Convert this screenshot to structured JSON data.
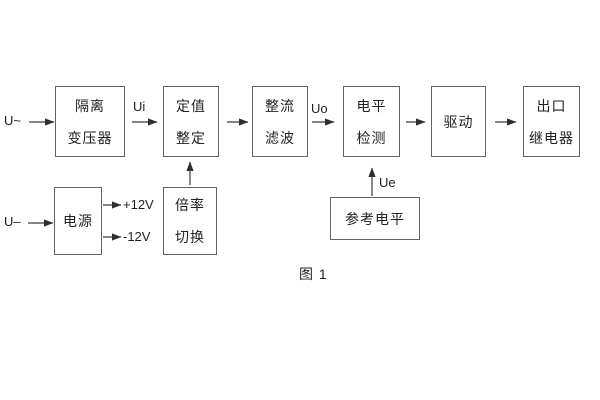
{
  "diagram": {
    "caption": "图 1",
    "inputs": {
      "ac": "U~",
      "dc": "U–"
    },
    "signals": {
      "ui": "Ui",
      "uo": "Uo",
      "ue": "Ue",
      "plus12": "+12V",
      "minus12": "-12V"
    },
    "blocks": {
      "isolation_transformer": {
        "line1": "隔离",
        "line2": "变压器"
      },
      "setting_adjust": {
        "line1": "定值",
        "line2": "整定"
      },
      "rectify_filter": {
        "line1": "整流",
        "line2": "滤波"
      },
      "level_detect": {
        "line1": "电平",
        "line2": "检测"
      },
      "driver": {
        "label": "驱动"
      },
      "output_relay": {
        "line1": "出口",
        "line2": "继电器"
      },
      "power_supply": {
        "label": "电源"
      },
      "ratio_switch": {
        "line1": "倍率",
        "line2": "切换"
      },
      "reference_level": {
        "label": "参考电平"
      }
    },
    "colors": {
      "background": "#ffffff",
      "border": "#636363",
      "line": "#3a3a3a",
      "arrowhead": "#2e2e2e",
      "text": "#222222"
    }
  }
}
